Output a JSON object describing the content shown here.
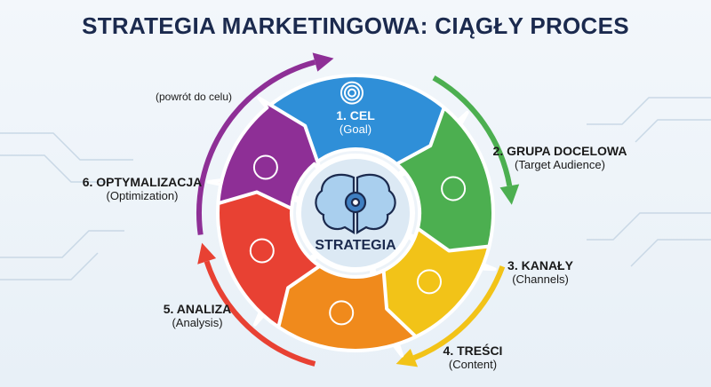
{
  "title": "STRATEGIA MARKETINGOWA: CIĄGŁY PROCES",
  "center": {
    "label": "STRATEGIA",
    "icon": "brain-gear-icon"
  },
  "return_note": "(powrót do celu)",
  "steps": [
    {
      "title": "1. CEL",
      "subtitle": "(Goal)",
      "color": "#2f8fd8",
      "icon": "target-icon"
    },
    {
      "title": "2. GRUPA DOCELOWA",
      "subtitle": "(Target Audience)",
      "color": "#4caf50",
      "icon": "audience-search-icon"
    },
    {
      "title": "3. KANAŁY",
      "subtitle": "(Channels)",
      "color": "#f2c318",
      "icon": "channels-icon"
    },
    {
      "title": "4. TREŚCI",
      "subtitle": "(Content)",
      "color": "#f08a1c",
      "icon": "content-icon"
    },
    {
      "title": "5. ANALIZA",
      "subtitle": "(Analysis)",
      "color": "#e84133",
      "icon": "analytics-chart-icon"
    },
    {
      "title": "6. OPTYMALIZACJA",
      "subtitle": "(Optimization)",
      "color": "#8e2f96",
      "icon": "optimization-wrench-icon"
    }
  ]
}
